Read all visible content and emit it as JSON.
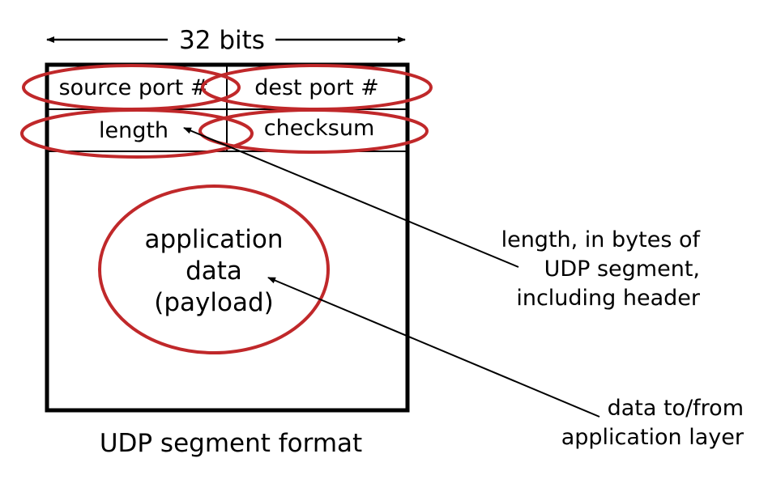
{
  "diagram": {
    "title": "UDP segment format",
    "width_label": "32 bits",
    "header_rows": [
      {
        "left": "source port #",
        "right": "dest port #"
      },
      {
        "left": "length",
        "right": "checksum"
      }
    ],
    "payload_lines": [
      "application",
      "data",
      "(payload)"
    ],
    "annotations": {
      "length_note": [
        "length, in bytes of",
        "UDP segment,",
        "including header"
      ],
      "payload_note": [
        "data to/from",
        "application layer"
      ]
    },
    "colors": {
      "highlight": "#c0282a",
      "stroke": "#000000",
      "background": "#ffffff"
    }
  }
}
